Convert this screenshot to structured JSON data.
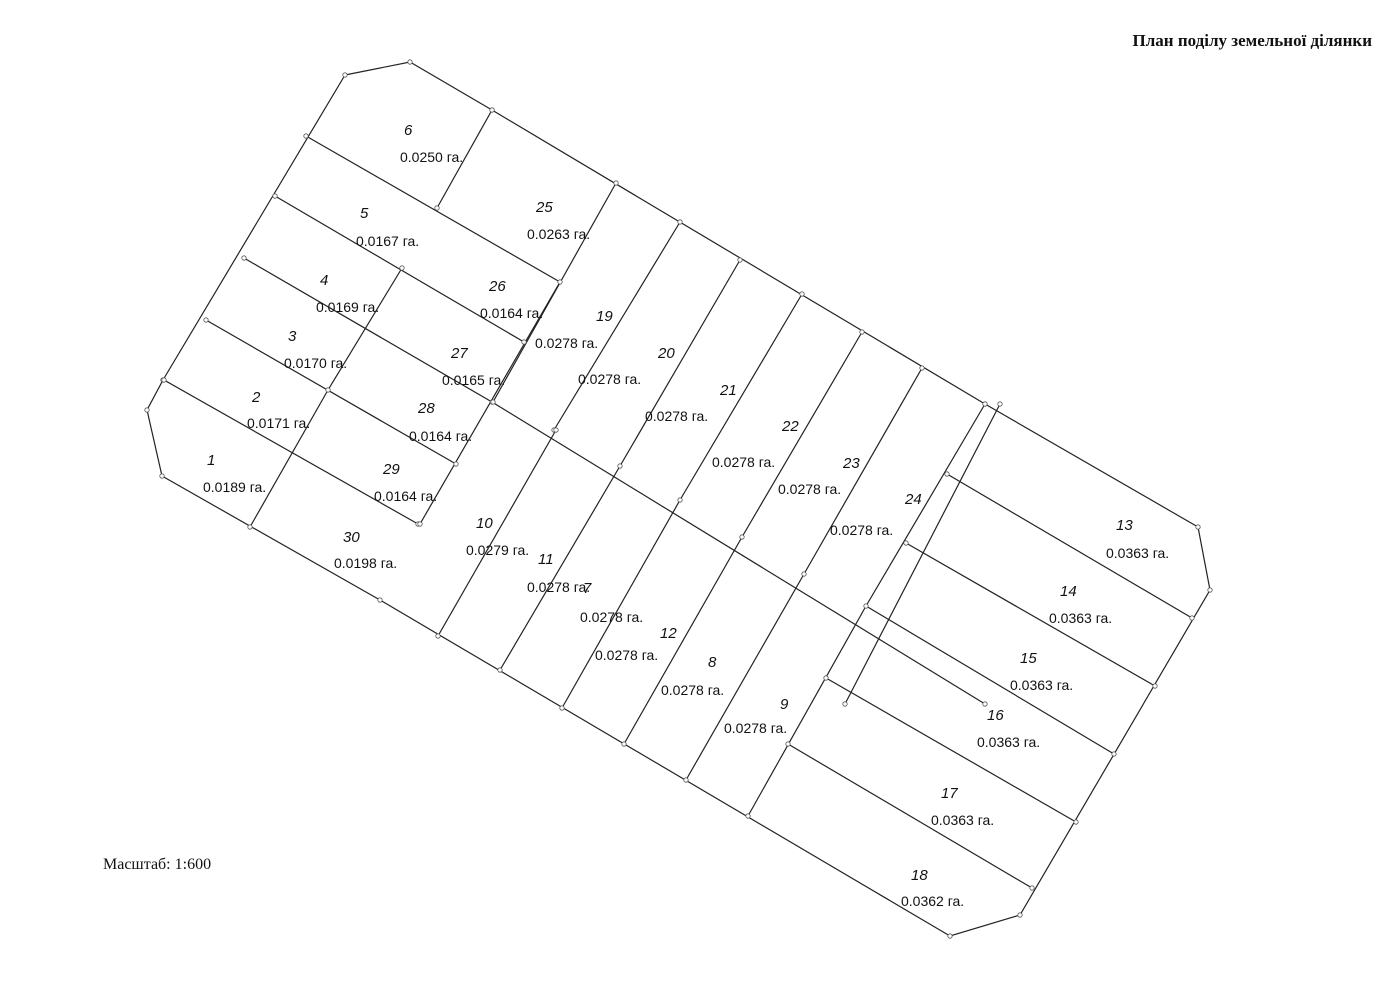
{
  "title": "План поділу земельної ділянки",
  "scale_label": "Масштаб: 1:600",
  "plots": [
    {
      "num": "1",
      "area": "0.0189 га."
    },
    {
      "num": "2",
      "area": "0.0171 га."
    },
    {
      "num": "3",
      "area": "0.0170 га."
    },
    {
      "num": "4",
      "area": "0.0169 га."
    },
    {
      "num": "5",
      "area": "0.0167 га."
    },
    {
      "num": "6",
      "area": "0.0250 га."
    },
    {
      "num": "7",
      "area": "0.0278 га."
    },
    {
      "num": "8",
      "area": "0.0278 га."
    },
    {
      "num": "9",
      "area": "0.0278 га."
    },
    {
      "num": "10",
      "area": "0.0279 га."
    },
    {
      "num": "11",
      "area": "0.0278 га."
    },
    {
      "num": "12",
      "area": "0.0278 га."
    },
    {
      "num": "13",
      "area": "0.0363 га."
    },
    {
      "num": "14",
      "area": "0.0363 га."
    },
    {
      "num": "15",
      "area": "0.0363 га."
    },
    {
      "num": "16",
      "area": "0.0363 га."
    },
    {
      "num": "17",
      "area": "0.0363 га."
    },
    {
      "num": "18",
      "area": "0.0362 га."
    },
    {
      "num": "19",
      "area": "0.0278 га."
    },
    {
      "num": "20",
      "area": "0.0278 га."
    },
    {
      "num": "21",
      "area": "0.0278 га."
    },
    {
      "num": "22",
      "area": "0.0278 га."
    },
    {
      "num": "23",
      "area": "0.0278 га."
    },
    {
      "num": "24",
      "area": "0.0278 га."
    },
    {
      "num": "25",
      "area": "0.0263 га."
    },
    {
      "num": "26",
      "area": "0.0164 га."
    },
    {
      "num": "27",
      "area": "0.0165 га."
    },
    {
      "num": "28",
      "area": "0.0164 га."
    },
    {
      "num": "29",
      "area": "0.0164 га."
    },
    {
      "num": "30",
      "area": "0.0198 га."
    }
  ]
}
